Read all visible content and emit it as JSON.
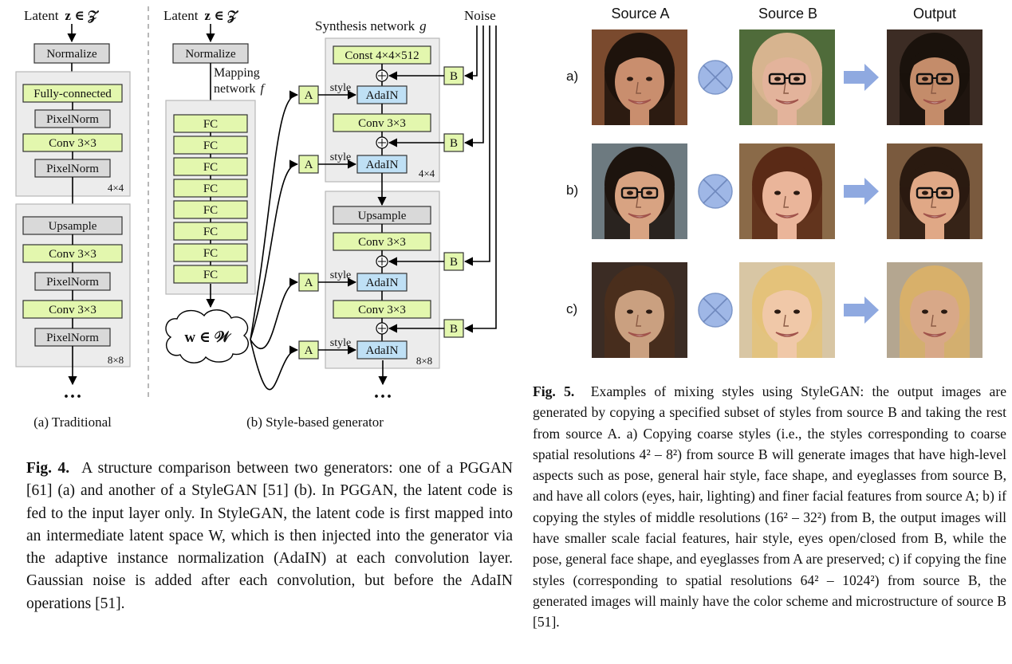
{
  "figure4": {
    "traditional": {
      "latent_prefix": "Latent",
      "latent_symbol": "z ∈ 𝒵",
      "normalize": "Normalize",
      "blocks_4x4": [
        "Fully-connected",
        "PixelNorm",
        "Conv 3×3",
        "PixelNorm"
      ],
      "res_4x4": "4×4",
      "blocks_8x8": [
        "Upsample",
        "Conv 3×3",
        "PixelNorm",
        "Conv 3×3",
        "PixelNorm"
      ],
      "res_8x8": "8×8",
      "ellipsis": "···",
      "subcaption": "(a) Traditional"
    },
    "style_based": {
      "latent_prefix": "Latent",
      "latent_symbol": "z ∈ 𝒵",
      "normalize": "Normalize",
      "mapping_label_1": "Mapping",
      "mapping_label_2": "network",
      "mapping_symbol": "f",
      "fc_label": "FC",
      "fc_count": 8,
      "w_label": "w ∈ 𝒲",
      "synthesis_label": "Synthesis network",
      "synthesis_symbol": "g",
      "noise_label": "Noise",
      "const_label": "Const 4×4×512",
      "a_label": "A",
      "b_label": "B",
      "style_label": "style",
      "adain_label": "AdaIN",
      "conv_label": "Conv 3×3",
      "upsample_label": "Upsample",
      "res_4x4": "4×4",
      "res_8x8": "8×8",
      "ellipsis": "···",
      "subcaption": "(b) Style-based generator"
    },
    "caption_label": "Fig. 4.",
    "caption_text": "A structure comparison between two generators: one of a PGGAN [61] (a) and another of a StyleGAN [51] (b). In PGGAN, the latent code is fed to the input layer only. In StyleGAN, the latent code is first mapped into an intermediate latent space W, which is then injected into the generator via the adaptive instance normalization (AdaIN) at each convolution layer. Gaussian noise is added after each convolution, but before the AdaIN operations [51]."
  },
  "figure5": {
    "columns": [
      "Source A",
      "Source B",
      "Output"
    ],
    "rows": [
      {
        "label": "a)",
        "sourceA_icon": "face-icon",
        "sourceB_icon": "face-icon",
        "output_icon": "face-icon"
      },
      {
        "label": "b)",
        "sourceA_icon": "face-icon",
        "sourceB_icon": "face-icon",
        "output_icon": "face-icon"
      },
      {
        "label": "c)",
        "sourceA_icon": "face-icon",
        "sourceB_icon": "face-icon",
        "output_icon": "face-icon"
      }
    ],
    "mix_icon": "circle-cross-icon",
    "arrow_icon": "arrow-right-icon",
    "colors": {
      "mix_symbol": "#9fb7e6",
      "arrow": "#8fa9e0"
    },
    "caption_label": "Fig. 5.",
    "caption_text": "Examples of mixing styles using StyleGAN: the output images are generated by copying a specified subset of styles from source B and taking the rest from source A. a) Copying coarse styles (i.e., the styles corresponding to coarse spatial resolutions 4² – 8²) from source B will generate images that have high-level aspects such as pose, general hair style, face shape, and eyeglasses from source B, and have all colors (eyes, hair, lighting) and finer facial features from source A; b) if copying the styles of middle resolutions (16² – 32²) from B, the output images will have smaller scale facial features, hair style, eyes open/closed from B, while the pose, general face shape, and eyeglasses from A are preserved; c) if copying the fine styles (corresponding to spatial resolutions 64² – 1024²) from source B, the generated images will mainly have the color scheme and microstructure of source B [51]."
  }
}
